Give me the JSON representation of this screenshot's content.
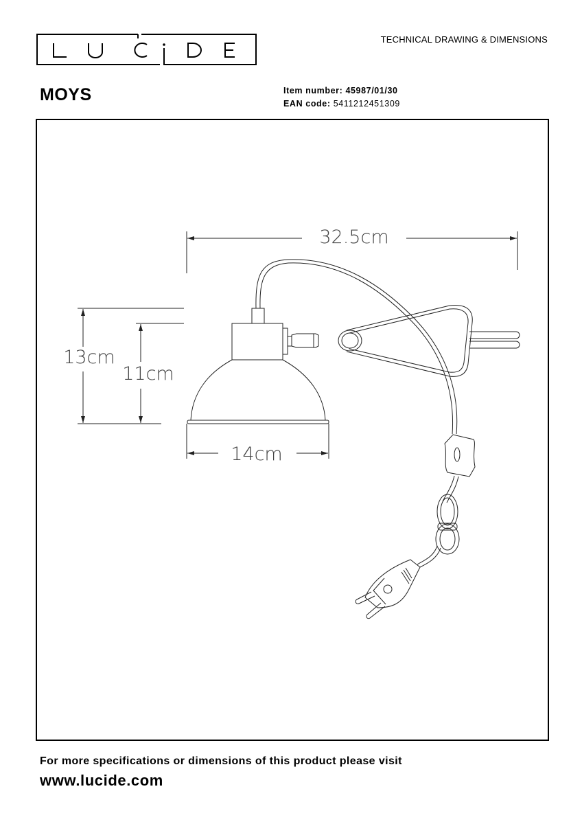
{
  "header": {
    "brand": "LUCIDE",
    "brand_letters": [
      "L",
      "U",
      "C",
      "i",
      "D",
      "E"
    ],
    "doc_type": "TECHNICAL DRAWING & DIMENSIONS",
    "product_name": "MOYS",
    "item_number_label": "Item number:",
    "item_number": "45987/01/30",
    "ean_label": "EAN code:",
    "ean": "5411212451309"
  },
  "drawing": {
    "dimensions": {
      "total_width": "32.5cm",
      "total_height": "13cm",
      "shade_height": "11cm",
      "shade_diameter": "14cm"
    },
    "components": [
      "lamp-shade",
      "clamp",
      "cable",
      "inline-switch",
      "coiled-cord",
      "euro-plug"
    ]
  },
  "footer": {
    "info_text": "For more specifications or dimensions of this product please visit",
    "website": "www.lucide.com"
  }
}
